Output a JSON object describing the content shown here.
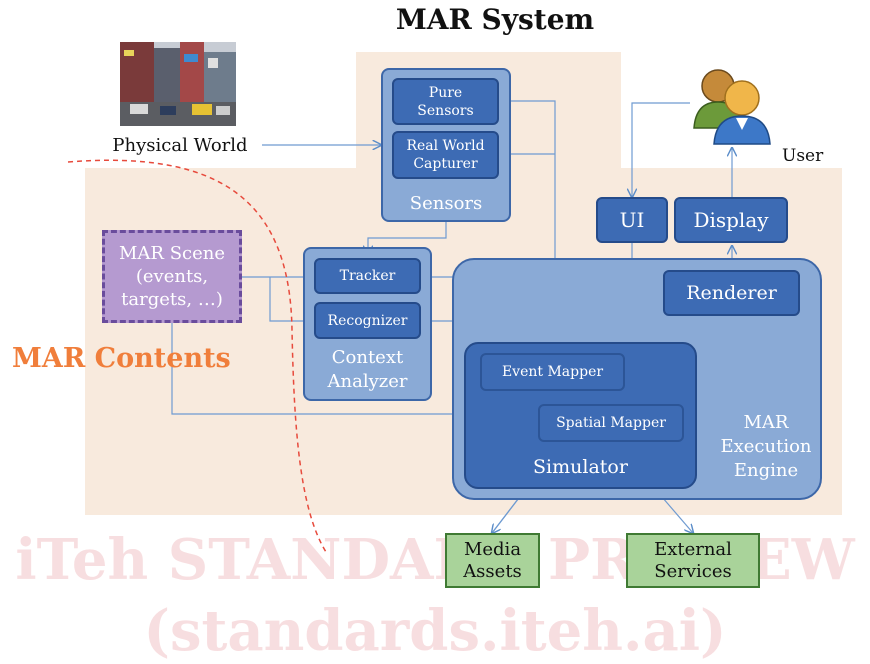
{
  "title": "MAR System",
  "physical_world": "Physical World",
  "user": "User",
  "mar_contents": "MAR Contents",
  "mar_scene": {
    "line1": "MAR Scene",
    "line2": "(events,",
    "line3": "targets, …)"
  },
  "sensors": {
    "pure_1": "Pure",
    "pure_2": "Sensors",
    "real_1": "Real World",
    "real_2": "Capturer",
    "group": "Sensors"
  },
  "context": {
    "tracker": "Tracker",
    "recognizer": "Recognizer",
    "group_1": "Context",
    "group_2": "Analyzer"
  },
  "ui": "UI",
  "display": "Display",
  "renderer": "Renderer",
  "simulator": {
    "event_mapper": "Event Mapper",
    "spatial_mapper": "Spatial Mapper",
    "label": "Simulator"
  },
  "engine": {
    "line1": "MAR",
    "line2": "Execution",
    "line3": "Engine"
  },
  "media": {
    "line1": "Media",
    "line2": "Assets"
  },
  "external": {
    "line1": "External",
    "line2": "Services"
  },
  "watermark": {
    "line1": "iTeh STANDARD PREVIEW",
    "line2": "(standards.iteh.ai)"
  },
  "colors": {
    "box_dark": "#3d6bb4",
    "box_light": "#8aaad6",
    "region": "#f8eadd",
    "scene": "#b59ad0",
    "green": "#a9d39a",
    "contents": "#f07e3b"
  }
}
